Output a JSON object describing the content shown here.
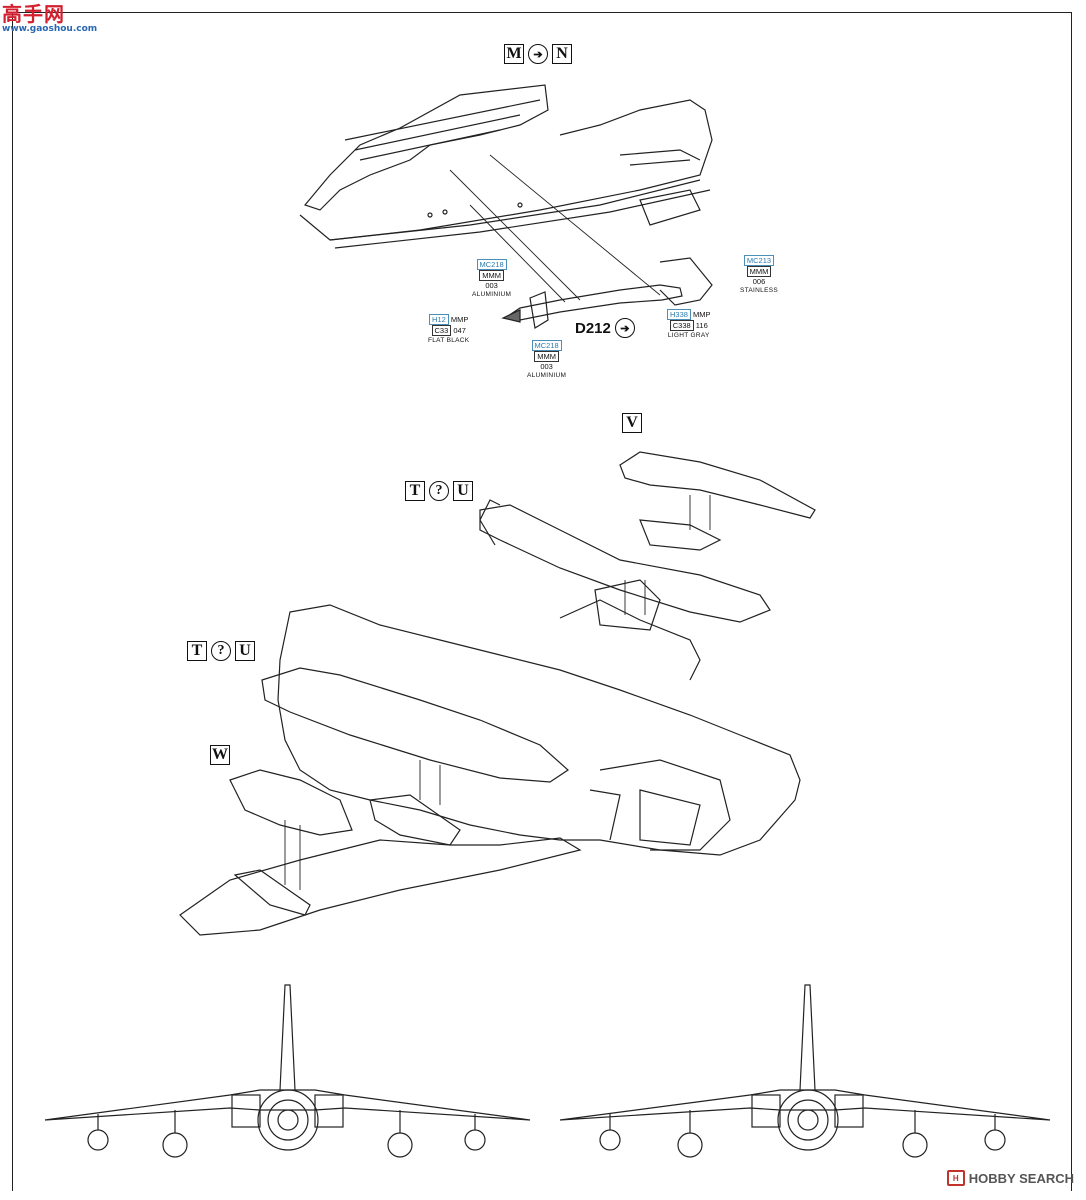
{
  "watermark": {
    "line1": "高手网",
    "line2": "www.gaoshou.com"
  },
  "steps": {
    "mn": {
      "left": "M",
      "right": "N"
    },
    "v": {
      "label": "V"
    },
    "tu_top": {
      "left": "T",
      "mid": "?",
      "right": "U"
    },
    "tu_mid": {
      "left": "T",
      "mid": "?",
      "right": "U"
    },
    "w": {
      "label": "W"
    }
  },
  "part_ref": {
    "label": "D212"
  },
  "callouts": [
    {
      "code": "MC218",
      "line2": "MMM",
      "line3": "003",
      "name": "ALUMINIUM"
    },
    {
      "code": "MC213",
      "line2": "MMM",
      "line3": "006",
      "name": "STAINLESS"
    },
    {
      "code": "H12",
      "code_suffix": "MMP",
      "line2": "C33",
      "line2_suffix": "047",
      "name": "FLAT BLACK"
    },
    {
      "code": "H338",
      "code_suffix": "MMP",
      "line2": "C338",
      "line2_suffix": "116",
      "name": "LIGHT GRAY"
    },
    {
      "code": "MC218",
      "line2": "MMM",
      "line3": "003",
      "name": "ALUMINIUM"
    }
  ],
  "credit": {
    "brand": "HOBBY SEARCH",
    "logo": "H"
  },
  "colors": {
    "line": "#222222",
    "paint_code": "#2a7bb0",
    "brand": "#c0342c"
  }
}
